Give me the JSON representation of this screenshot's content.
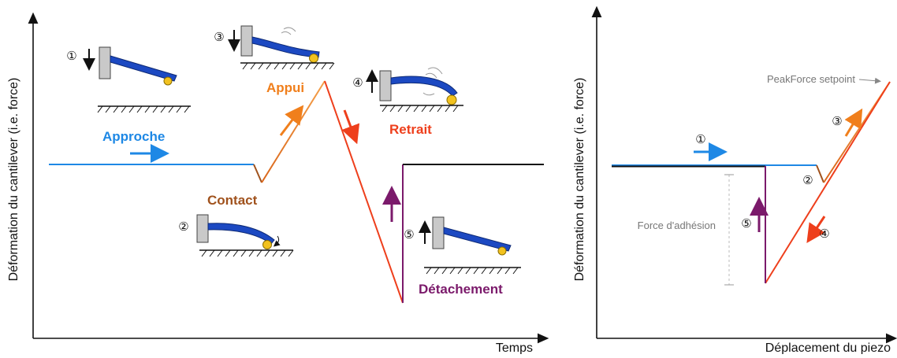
{
  "colors": {
    "approach": "#1e88e5",
    "contact": "#a0521d",
    "press": "#f07f1c",
    "retract": "#ee3f1c",
    "detach": "#7b1a6b",
    "cantilever": "#1c49c2",
    "tip": "#f2c21f",
    "axis": "#111111",
    "baseline": "#111111"
  },
  "left_panel": {
    "y_label": "Déformation du cantilever (i.e. force)",
    "x_label": "Temps",
    "phases": {
      "approach": "Approche",
      "contact": "Contact",
      "press": "Appui",
      "retract": "Retrait",
      "detach": "Détachement"
    },
    "step_markers": [
      "①",
      "②",
      "③",
      "④",
      "⑤"
    ]
  },
  "right_panel": {
    "y_label": "Déformation du cantilever (i.e. force)",
    "x_label": "Déplacement du piezo",
    "setpoint_label": "PeakForce setpoint",
    "adhesion_label": "Force d'adhésion",
    "step_markers": [
      "①",
      "②",
      "③",
      "④",
      "⑤"
    ]
  }
}
